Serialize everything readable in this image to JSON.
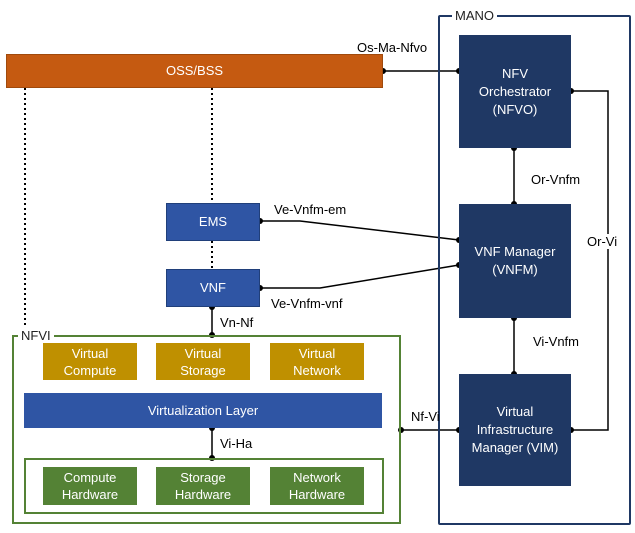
{
  "colors": {
    "oss": "#C55A11",
    "blue": "#2F55A4",
    "navy": "#1F3864",
    "gold": "#BF9000",
    "green": "#548235",
    "green_border": "#548235",
    "mano_border": "#1F3864"
  },
  "oss_bss": {
    "label": "OSS/BSS"
  },
  "ems": {
    "label": "EMS"
  },
  "vnf": {
    "label": "VNF"
  },
  "mano": {
    "title": "MANO",
    "nfvo": "NFV\nOrchestrator\n(NFVO)",
    "vnfm": "VNF Manager\n(VNFM)",
    "vim": "Virtual\nInfrastructure\nManager (VIM)"
  },
  "nfvi": {
    "title": "NFVI",
    "virtual": [
      "Virtual\nCompute",
      "Virtual\nStorage",
      "Virtual\nNetwork"
    ],
    "virtualization_layer": "Virtualization Layer",
    "hardware": [
      "Compute\nHardware",
      "Storage\nHardware",
      "Network\nHardware"
    ]
  },
  "interfaces": {
    "os_ma_nfvo": "Os-Ma-Nfvo",
    "or_vnfm": "Or-Vnfm",
    "or_vi": "Or-Vi",
    "ve_vnfm_em": "Ve-Vnfm-em",
    "ve_vnfm_vnf": "Ve-Vnfm-vnf",
    "vn_nf": "Vn-Nf",
    "vi_vnfm": "Vi-Vnfm",
    "nf_vi": "Nf-Vi",
    "vi_ha": "Vi-Ha"
  }
}
